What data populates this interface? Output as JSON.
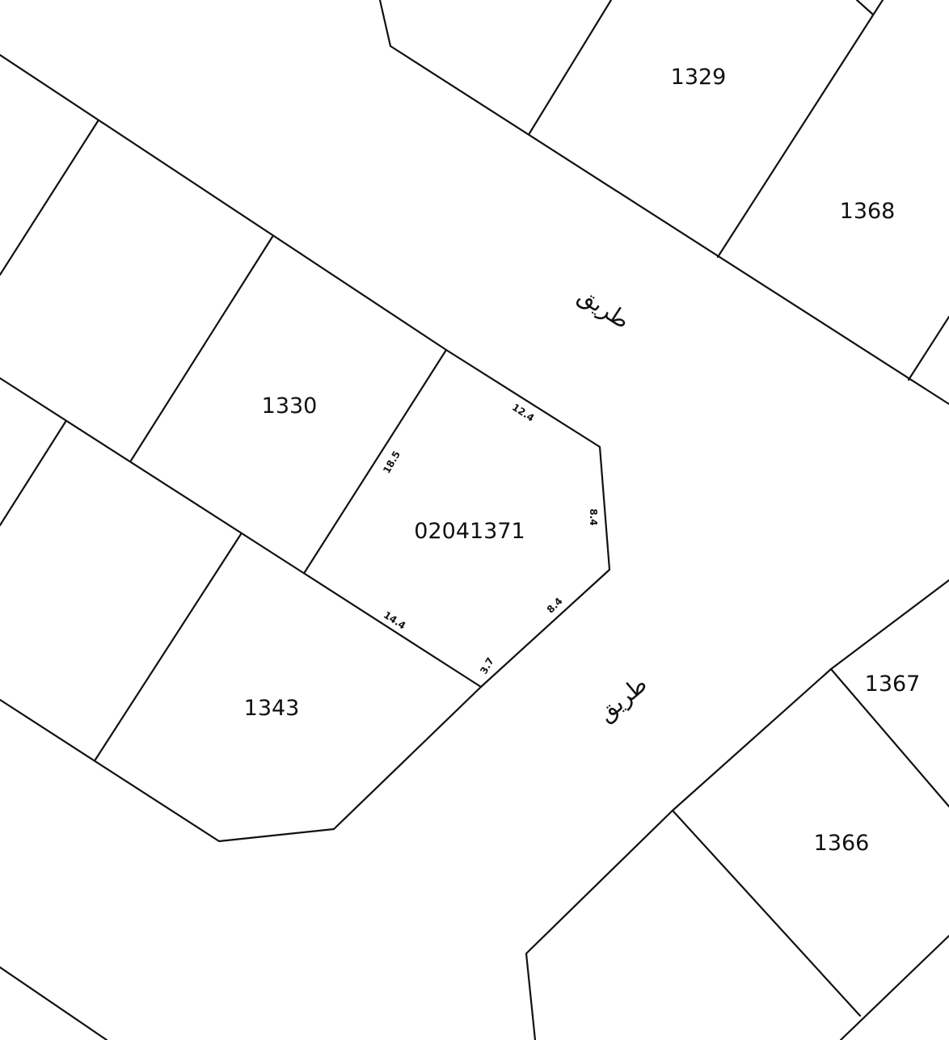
{
  "parcels": {
    "p1329": "1329",
    "p1368": "1368",
    "p1330": "1330",
    "subject": "02041371",
    "p1343": "1343",
    "p1367": "1367",
    "p1366": "1366"
  },
  "dimensions": {
    "d12_4": "12.4",
    "d18_5": "18.5",
    "d8_4_right": "8.4",
    "d8_4_diag": "8.4",
    "d14_4": "14.4",
    "d3_7": "3.7"
  },
  "roads": {
    "road_upper": "طريق",
    "road_lower": "طريق"
  }
}
